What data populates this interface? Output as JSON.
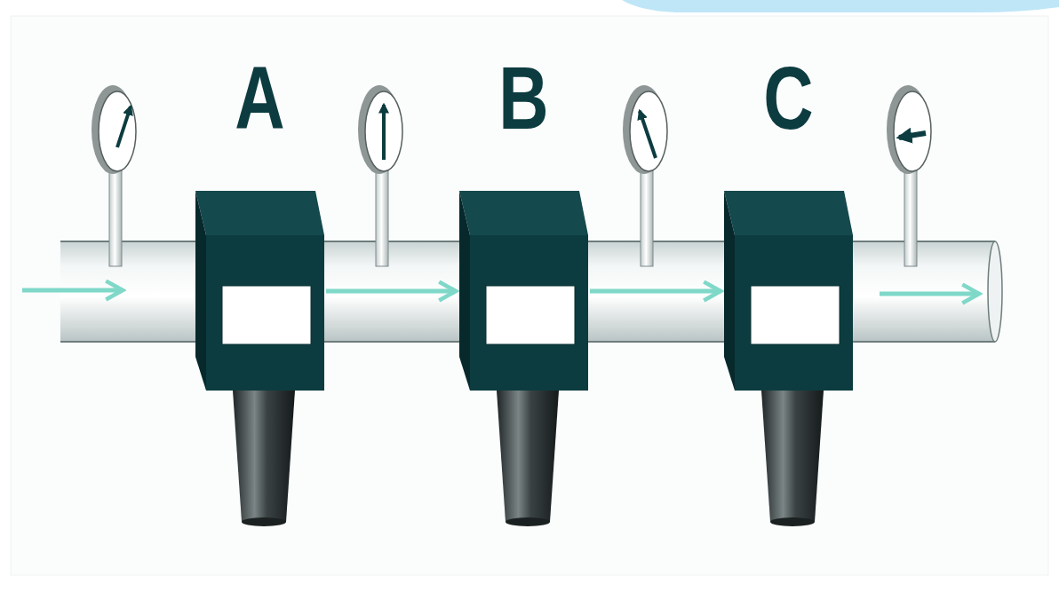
{
  "diagram": {
    "nodes": [
      {
        "text": [
          "A"
        ]
      },
      {
        "text": [
          "B"
        ]
      },
      {
        "text": [
          "C"
        ]
      }
    ],
    "edges": [
      {
        "from": 0,
        "to": 1,
        "arrow": "to"
      },
      {
        "from": 1,
        "to": 2,
        "arrow": "to"
      }
    ]
  }
}
